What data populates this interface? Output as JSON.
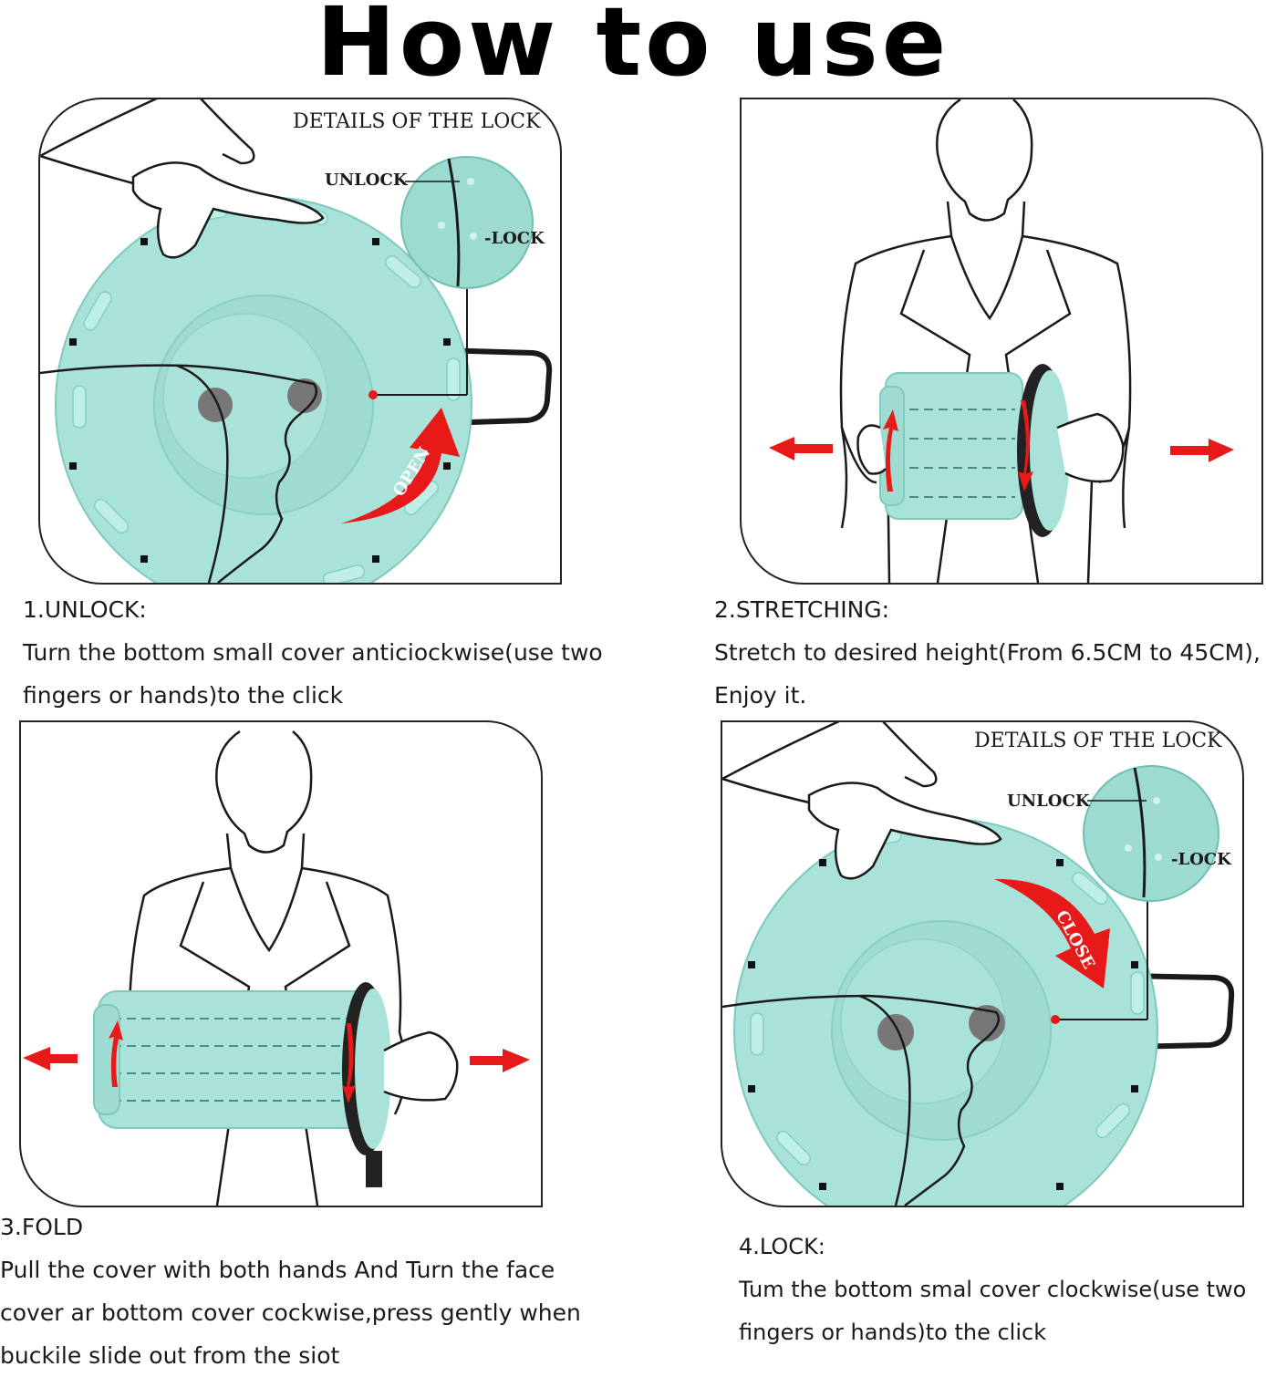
{
  "title": "How to use",
  "colors": {
    "stool": "#a8e2d8",
    "stool_dark": "#86cfc4",
    "arrow": "#e81919",
    "line": "#1a1a1a"
  },
  "steps": [
    {
      "heading": "1.UNLOCK:",
      "lines": [
        "Turn the bottom small cover anticiockwise(use two",
        "fingers or hands)to the click"
      ],
      "lock_title": "DETAILS OF THE LOCK",
      "unlock_label": "UNLOCK",
      "lock_label": "-LOCK",
      "arrow_label": "OPEN"
    },
    {
      "heading": "2.STRETCHING:",
      "lines": [
        "Stretch to desired height(From 6.5CM to 45CM),",
        "Enjoy it."
      ]
    },
    {
      "heading": "3.FOLD",
      "lines": [
        "Pull the cover with both hands And Turn the face",
        "cover ar bottom cover cockwise,press gently when",
        "buckile slide out from the siot"
      ]
    },
    {
      "heading": "4.LOCK:",
      "lines": [
        "Tum the bottom smal cover clockwise(use two",
        "fingers or hands)to the click"
      ],
      "lock_title": "DETAILS OF THE LOCK",
      "unlock_label": "UNLOCK",
      "lock_label": "-LOCK",
      "arrow_label": "CLOSE"
    }
  ]
}
